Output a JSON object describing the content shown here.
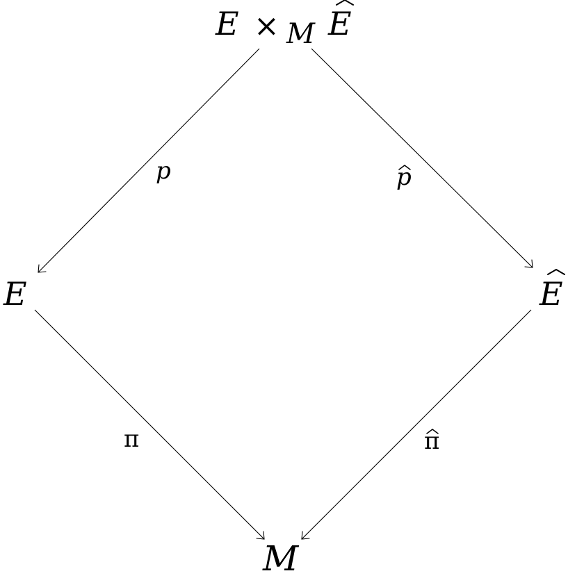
{
  "nodes": {
    "top": {
      "base": "E",
      "times": "×",
      "subscript": "M",
      "second": "E",
      "second_hat": true
    },
    "left": {
      "label": "E"
    },
    "right": {
      "label": "E",
      "hat": true
    },
    "bottom": {
      "label": "M"
    }
  },
  "morphisms": {
    "p": {
      "label": "p",
      "hat": false
    },
    "p_hat": {
      "label": "p",
      "hat": true
    },
    "pi": {
      "label": "π",
      "hat": false
    },
    "pi_hat": {
      "label": "π",
      "hat": true
    }
  }
}
